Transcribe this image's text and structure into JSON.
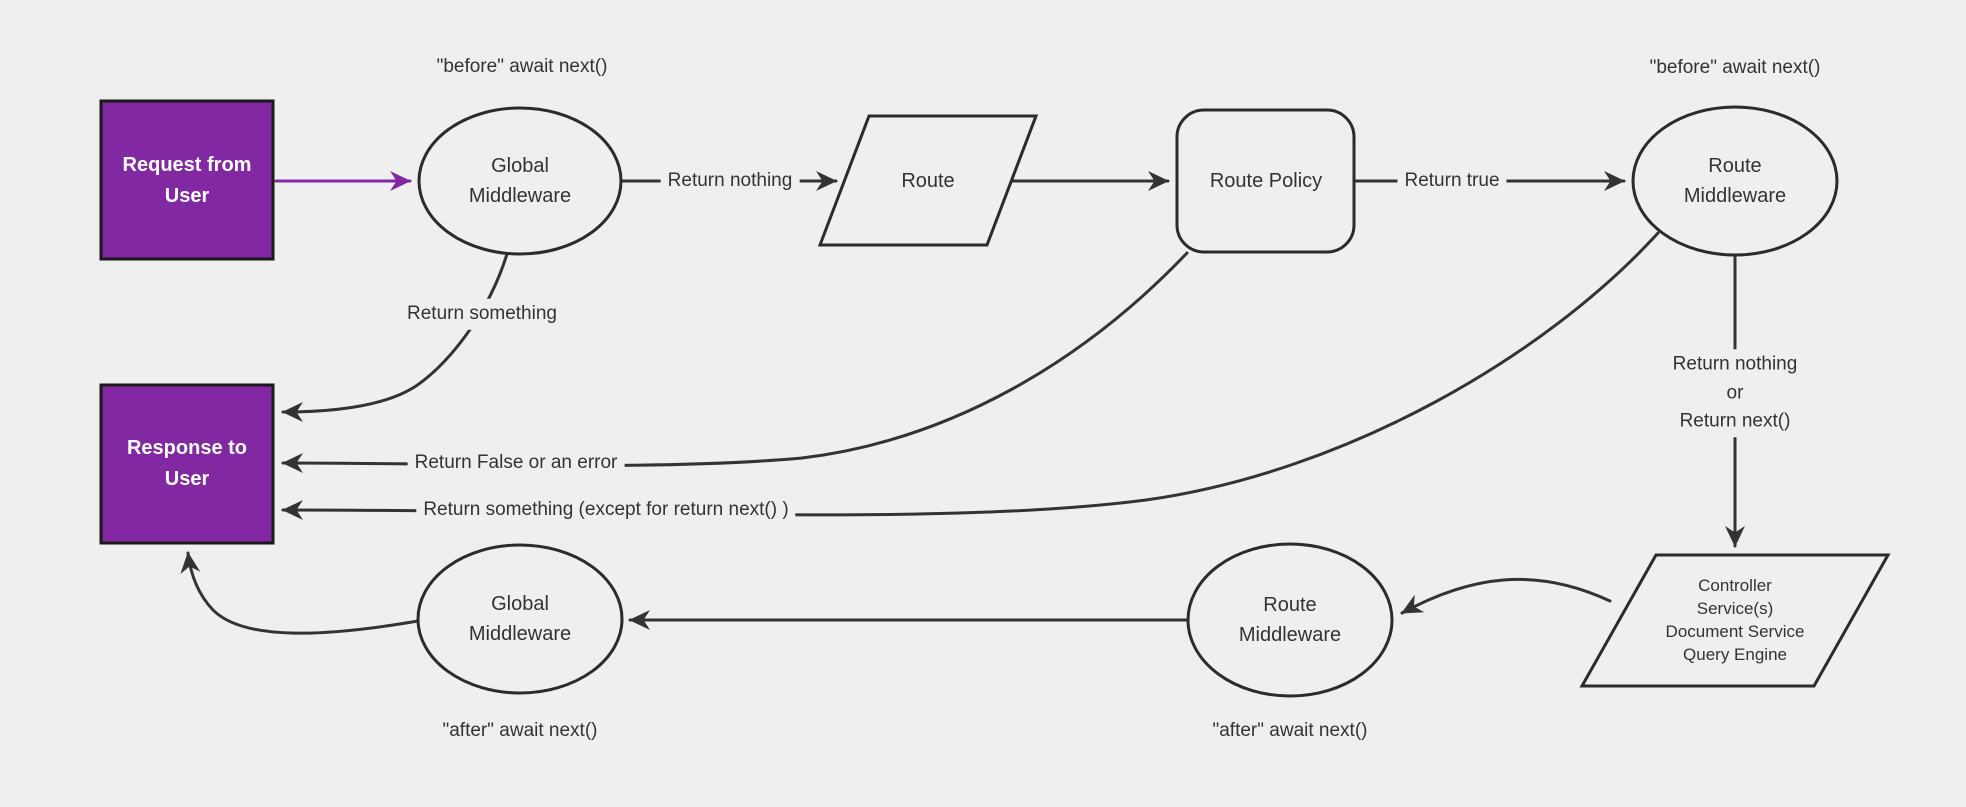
{
  "diagram": {
    "title_hint": "request-response middleware flowchart",
    "colors": {
      "background": "#efefef",
      "node_fill": "#efefef",
      "node_stroke": "#2b2b2b",
      "edge_stroke": "#333333",
      "accent_purple": "#8228a2",
      "purple_border": "#1a1a1a",
      "text": "#333333",
      "text_on_purple": "#ffffff"
    },
    "nodes": {
      "request": {
        "label": "Request from\nUser",
        "shape": "rect-purple"
      },
      "global_middleware_top": {
        "label": "Global\nMiddleware",
        "shape": "ellipse"
      },
      "route": {
        "label": "Route",
        "shape": "parallelogram"
      },
      "route_policy": {
        "label": "Route Policy",
        "shape": "rounded-rect"
      },
      "route_middleware_top": {
        "label": "Route\nMiddleware",
        "shape": "ellipse"
      },
      "controller": {
        "label": "Controller\nService(s)\nDocument Service\nQuery Engine",
        "shape": "parallelogram"
      },
      "route_middleware_bottom": {
        "label": "Route\nMiddleware",
        "shape": "ellipse"
      },
      "global_middleware_bottom": {
        "label": "Global\nMiddleware",
        "shape": "ellipse"
      },
      "response": {
        "label": "Response to\nUser",
        "shape": "rect-purple"
      }
    },
    "annotations": {
      "before_left": "\"before\" await next()",
      "before_right": "\"before\" await next()",
      "after_left": "\"after\" await next()",
      "after_right": "\"after\" await next()"
    },
    "edge_labels": {
      "return_nothing": "Return nothing",
      "return_true": "Return true",
      "return_something": "Return something",
      "return_false": "Return False or an error",
      "return_something_except": "Return something (except for return next() )",
      "return_nothing_or_next": "Return nothing\nor\nReturn next()"
    }
  }
}
